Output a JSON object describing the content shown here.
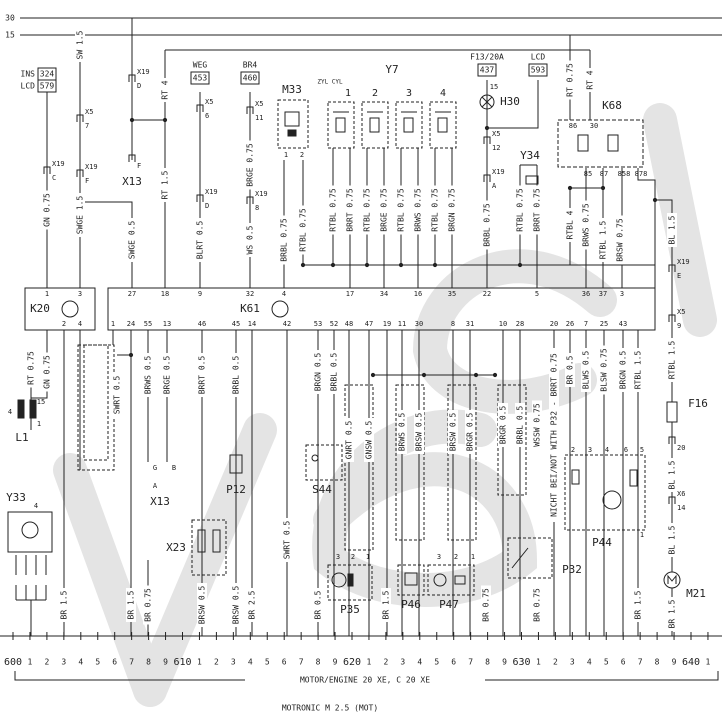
{
  "watermark": "vectra",
  "rails": {
    "r30": "30",
    "r15": "15"
  },
  "terminal_boxes": [
    {
      "prefix": "INS",
      "num": "324"
    },
    {
      "prefix": "LCD",
      "num": "579"
    },
    {
      "prefix": "WEG",
      "num": "453"
    },
    {
      "prefix": "BR4",
      "num": "460"
    },
    {
      "prefix": "F13/20A",
      "num": "437"
    },
    {
      "prefix": "LCD",
      "num": "593"
    }
  ],
  "components": {
    "K20": "K20",
    "K61": "K61",
    "L1": "L1",
    "Y33": "Y33",
    "X13": "X13",
    "P12": "P12",
    "X23": "X23",
    "S44": "S44",
    "P35": "P35",
    "P46": "P46",
    "P47": "P47",
    "P32": "P32",
    "P44": "P44",
    "F16": "F16",
    "M21": "M21",
    "Y7": "Y7",
    "M33": "M33",
    "H30": "H30",
    "Y34": "Y34",
    "K68": "K68",
    "cyl_label": "ZYL CYL",
    "cyl": [
      "1",
      "2",
      "3",
      "4"
    ]
  },
  "k20_pins": {
    "top": [
      "1",
      "3"
    ],
    "bottom": [
      "2",
      "4"
    ]
  },
  "k61_pins": {
    "top": [
      "27",
      "18",
      "9",
      "32",
      "4",
      "17",
      "34",
      "16",
      "35",
      "22",
      "5",
      "36",
      "37",
      "3"
    ],
    "bottom": [
      "1",
      "24",
      "55",
      "13",
      "46",
      "45",
      "14",
      "42",
      "53",
      "52",
      "48",
      "47",
      "19",
      "11",
      "30",
      "8",
      "31",
      "10",
      "28",
      "20",
      "26",
      "7",
      "25",
      "43"
    ]
  },
  "k68_pins": [
    "86",
    "30",
    "85",
    "87",
    "858",
    "878"
  ],
  "component_pins": {
    "L1": [
      "15",
      "4",
      "1"
    ],
    "Y33": [
      "4"
    ],
    "M33": [
      "1",
      "2"
    ],
    "H30": [
      "15"
    ],
    "P35": [
      "3",
      "2",
      "1"
    ],
    "P47": [
      "3",
      "2",
      "1"
    ],
    "P44": [
      "2",
      "3",
      "4",
      "6",
      "5",
      "1"
    ],
    "X13_lower": [
      "G",
      "B",
      "A"
    ]
  },
  "connectors": [
    {
      "name": "X19",
      "pin": "C"
    },
    {
      "name": "X5",
      "pin": "7"
    },
    {
      "name": "X19",
      "pin": "F"
    },
    {
      "name": "X19",
      "pin": "D"
    },
    {
      "name": "X5",
      "pin": "6"
    },
    {
      "name": "X19",
      "pin": "D"
    },
    {
      "name": "X5",
      "pin": "11"
    },
    {
      "name": "X19",
      "pin": "8"
    },
    {
      "name": "X5",
      "pin": "12"
    },
    {
      "name": "X19",
      "pin": "A"
    },
    {
      "name": "X19",
      "pin": "E"
    },
    {
      "name": "X5",
      "pin": "9"
    },
    {
      "name": "X6",
      "pin": "14"
    },
    {
      "name": "",
      "pin": "F"
    },
    {
      "name": "",
      "pin": "20"
    }
  ],
  "wire_labels": [
    "SW 1.5",
    "GN 0.75",
    "SWGE 1.5",
    "SWGE 0.5",
    "RT 4",
    "RT 1.5",
    "BLRT 0.5",
    "BRGE 0.75",
    "WS 0.5",
    "BRBL 0.75",
    "RTBL 0.75",
    "RTBL 0.75",
    "BRRT 0.75",
    "RTBL 0.75",
    "BRGE 0.75",
    "RTBL 0.75",
    "BRWS 0.75",
    "RTBL 0.75",
    "BRGN 0.75",
    "BRBL 0.75",
    "RTBL 0.75",
    "BRRT 0.75",
    "RT 0.75",
    "RT 4",
    "RTBL 4",
    "BRWS 0.75",
    "RTBL 1.5",
    "BRSW 0.75",
    "BL 1.5",
    "RT 0.75",
    "GN 0.75",
    "SWRT 0.5",
    "BRWS 0.5",
    "BRGE 0.5",
    "BRRT 0.5",
    "BRBL 0.5",
    "SWRT 0.5",
    "BRGN 0.5",
    "BRBL 0.5",
    "GNRT 0.5",
    "GNSW 0.5",
    "BRWS 0.5",
    "BRSW 0.5",
    "BRSW 0.5",
    "BRGR 0.5",
    "BRGR 0.5",
    "BRBL 0.5",
    "WSSW 0.75",
    "NICHT BEI/NOT WITH P32 - BRRT 0.75",
    "BR 0.5",
    "BLWS 0.5",
    "BLSW 0.75",
    "BRGN 0.5",
    "RTBL 1.5",
    "RTBL 1.5",
    "BL 1.5",
    "BL 1.5",
    "BR 1.5",
    "BR 1.5",
    "BR 1.5",
    "BR 0.75",
    "BRSW 0.5",
    "BRSW 0.5",
    "BR 2.5",
    "BR 0.5",
    "BR 1.5",
    "BR 0.75",
    "BR 0.75",
    "BR 1.5"
  ],
  "ruler": [
    "600",
    "1",
    "2",
    "3",
    "4",
    "5",
    "6",
    "7",
    "8",
    "9",
    "610",
    "1",
    "2",
    "3",
    "4",
    "5",
    "6",
    "7",
    "8",
    "9",
    "620",
    "1",
    "2",
    "3",
    "4",
    "5",
    "6",
    "7",
    "8",
    "9",
    "630",
    "1",
    "2",
    "3",
    "4",
    "5",
    "6",
    "7",
    "8",
    "9",
    "640",
    "1"
  ],
  "footer": {
    "engine": "MOTOR/ENGINE 20 XE, C 20 XE",
    "system": "MOTRONIC M 2.5 (MOT)"
  }
}
